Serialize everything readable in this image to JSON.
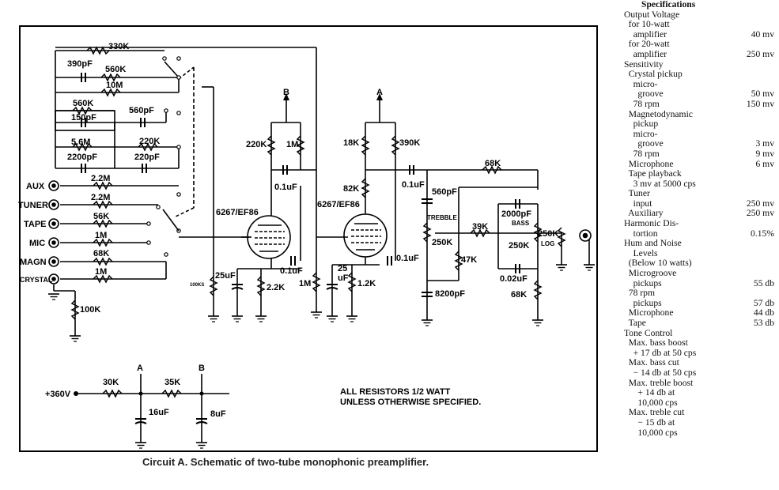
{
  "caption": "Circuit A. Schematic of two-tube monophonic preamplifier.",
  "note": [
    "ALL RESISTORS 1/2 WATT",
    "UNLESS OTHERWISE SPECIFIED."
  ],
  "inputs": [
    "AUX",
    "TUNER",
    "TAPE",
    "MIC",
    "MAGN",
    "CRYSTAL"
  ],
  "input_resistors": [
    "2.2M",
    "2.2M",
    "56K",
    "1M",
    "68K",
    "1M"
  ],
  "selector_network": [
    "330K",
    "390pF",
    "560K",
    "10M",
    "560K",
    "560pF",
    "150pF",
    "5.6M",
    "220K",
    "2200pF",
    "220pF"
  ],
  "tubes": [
    "6267/EF86",
    "6267/EF86"
  ],
  "supply_points": [
    "A",
    "B"
  ],
  "stage1": {
    "grid_leak": "100K",
    "plate_load": "1M",
    "screen": "220K",
    "screen_cap": "0.1uF",
    "cathode_r": "2.2K",
    "cathode_c": "25uF",
    "cap": "0.1uF",
    "ref": "100KS",
    "grid_r": "1M"
  },
  "stage2": {
    "screen": "18K",
    "plate_load": "390K",
    "screen_r2": "82K",
    "screen_cap": "0.1uF",
    "coupling": "0.1uF",
    "cathode_r": "1.2K",
    "cathode_c": [
      "25",
      "uF"
    ],
    "out_cap": "0.1uF"
  },
  "tone": {
    "feedback_r": "68K",
    "c1": "560pF",
    "treble_label": "TREBBLE",
    "treble_pot": "250K",
    "r39k": "39K",
    "r47k": "47K",
    "c8200": "8200pF",
    "c2000": "2000pF",
    "bass_label": "BASS",
    "bass_pot": "250K",
    "c002": "0.02uF",
    "r68k": "68K",
    "vol_pot": "250K",
    "vol_taper": "LOG"
  },
  "supply": {
    "voltage": "+360V",
    "r1": "30K",
    "r2": "35K",
    "c1": "16uF",
    "c2": "8uF"
  },
  "specs": [
    {
      "t": "Specifications",
      "h": true
    },
    {
      "t": "Output Voltage"
    },
    {
      "t": "  for 10-watt"
    },
    {
      "t": "    amplifier",
      "v": "40 mv"
    },
    {
      "t": "  for 20-watt"
    },
    {
      "t": "    amplifier",
      "v": "250 mv"
    },
    {
      "t": "Sensitivity"
    },
    {
      "t": "  Crystal pickup"
    },
    {
      "t": "    micro-"
    },
    {
      "t": "      groove",
      "v": "50 mv"
    },
    {
      "t": "    78 rpm",
      "v": "150 mv"
    },
    {
      "t": "  Magnetodynamic"
    },
    {
      "t": "    pickup"
    },
    {
      "t": "    micro-"
    },
    {
      "t": "      groove",
      "v": "3 mv"
    },
    {
      "t": "    78 rpm",
      "v": "9 mv"
    },
    {
      "t": "  Microphone",
      "v": "6 mv"
    },
    {
      "t": "  Tape playback"
    },
    {
      "t": "    3 mv at 5000 cps"
    },
    {
      "t": "  Tuner"
    },
    {
      "t": "    input",
      "v": "250 mv"
    },
    {
      "t": "  Auxiliary",
      "v": "250 mv"
    },
    {
      "t": "Harmonic Dis-"
    },
    {
      "t": "    tortion",
      "v": "0.15%"
    },
    {
      "t": "Hum and Noise"
    },
    {
      "t": "    Levels"
    },
    {
      "t": "  (Below 10 watts)"
    },
    {
      "t": "  Microgroove"
    },
    {
      "t": "    pickups",
      "v": "55 db"
    },
    {
      "t": "  78 rpm"
    },
    {
      "t": "    pickups",
      "v": "57 db"
    },
    {
      "t": "  Microphone",
      "v": "44 db"
    },
    {
      "t": "  Tape",
      "v": "53 db"
    },
    {
      "t": "Tone Control"
    },
    {
      "t": "  Max. bass boost"
    },
    {
      "t": "    + 17 db at 50 cps"
    },
    {
      "t": "  Max. bass cut"
    },
    {
      "t": "    − 14 db at 50 cps"
    },
    {
      "t": "  Max. treble boost"
    },
    {
      "t": "      + 14 db at"
    },
    {
      "t": "      10,000 cps"
    },
    {
      "t": "  Max. treble cut"
    },
    {
      "t": "      − 15 db at"
    },
    {
      "t": "      10,000 cps"
    }
  ]
}
